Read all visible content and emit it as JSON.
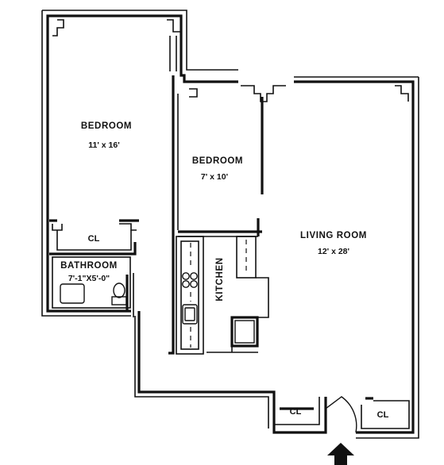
{
  "rooms": {
    "bedroom1": {
      "name": "BEDROOM",
      "size": "11' x 16'"
    },
    "bedroom2": {
      "name": "BEDROOM",
      "size": "7' x 10'"
    },
    "living": {
      "name": "LIVING ROOM",
      "size": "12' x 28'"
    },
    "bathroom": {
      "name": "BATHROOM",
      "size": "7'-1\"X5'-0\""
    },
    "kitchen": {
      "name": "KITCHEN"
    }
  },
  "closets": {
    "cl1": "CL",
    "cl2": "CL",
    "cl3": "CL"
  },
  "entry_icon": "arrow-up-icon"
}
